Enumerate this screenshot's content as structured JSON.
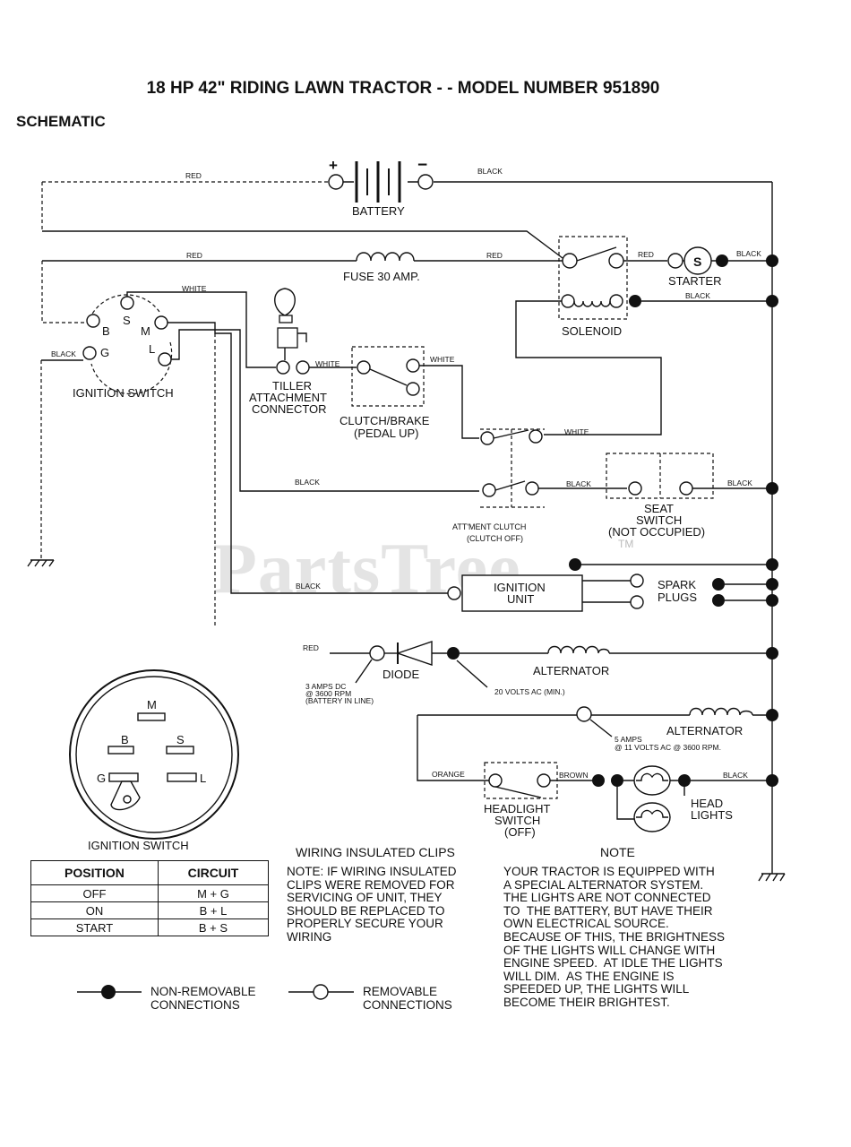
{
  "header": {
    "title": "18 HP 42\" RIDING LAWN TRACTOR - - MODEL NUMBER 951890",
    "subtitle": "SCHEMATIC"
  },
  "components": {
    "battery": "BATTERY",
    "battery_plus": "+",
    "battery_minus": "−",
    "fuse": "FUSE 30 AMP.",
    "solenoid": "SOLENOID",
    "starter": "STARTER",
    "starter_s": "S",
    "ignition_switch": "IGNITION SWITCH",
    "tiller_1": "TILLER",
    "tiller_2": "ATTACHMENT",
    "tiller_3": "CONNECTOR",
    "clutch_1": "CLUTCH/BRAKE",
    "clutch_2": "(PEDAL UP)",
    "attment_1": "ATT'MENT CLUTCH",
    "attment_2": "(CLUTCH OFF)",
    "seat_1": "SEAT",
    "seat_2": "SWITCH",
    "seat_3": "(NOT OCCUPIED)",
    "ign_unit_1": "IGNITION",
    "ign_unit_2": "UNIT",
    "spark_1": "SPARK",
    "spark_2": "PLUGS",
    "diode": "DIODE",
    "alternator": "ALTERNATOR",
    "diode_note_1": "3 AMPS DC",
    "diode_note_2": "@ 3600 RPM",
    "diode_note_3": "(BATTERY IN LINE)",
    "alt_ac": "20 VOLTS AC (MIN.)",
    "alt2_note_1": "5 AMPS",
    "alt2_note_2": "@ 11 VOLTS AC @ 3600 RPM.",
    "headlight_sw_1": "HEADLIGHT",
    "headlight_sw_2": "SWITCH",
    "headlight_sw_3": "(OFF)",
    "head_lights_1": "HEAD",
    "head_lights_2": "LIGHTS"
  },
  "switch_terminals": {
    "s": "S",
    "m": "M",
    "b": "B",
    "g": "G",
    "l": "L"
  },
  "wires": {
    "red": "RED",
    "black": "BLACK",
    "white": "WHITE",
    "orange": "ORANGE",
    "brown": "BROWN"
  },
  "watermark": {
    "text": "PartsTree",
    "tm": "TM"
  },
  "ignition_detail": {
    "caption": "IGNITION SWITCH",
    "terminals": {
      "m": "M",
      "b": "B",
      "s": "S",
      "g": "G",
      "l": "L"
    }
  },
  "position_table": {
    "headers": [
      "POSITION",
      "CIRCUIT"
    ],
    "rows": [
      [
        "OFF",
        "M + G"
      ],
      [
        "ON",
        "B + L"
      ],
      [
        "START",
        "B + S"
      ]
    ]
  },
  "clips_note": {
    "heading": "WIRING INSULATED CLIPS",
    "body": "NOTE: IF WIRING INSULATED\nCLIPS WERE REMOVED FOR\nSERVICING OF UNIT, THEY\nSHOULD BE REPLACED TO\nPROPERLY SECURE YOUR\nWIRING"
  },
  "note": {
    "heading": "NOTE",
    "body": "YOUR TRACTOR IS EQUIPPED WITH\nA SPECIAL ALTERNATOR SYSTEM.\nTHE LIGHTS ARE NOT CONNECTED\nTO  THE BATTERY, BUT HAVE THEIR\nOWN ELECTRICAL SOURCE.\nBECAUSE OF THIS, THE BRIGHTNESS\nOF THE LIGHTS WILL CHANGE WITH\nENGINE SPEED.  AT IDLE THE LIGHTS\nWILL DIM.  AS THE ENGINE IS\nSPEEDED UP, THE LIGHTS WILL\nBECOME THEIR BRIGHTEST."
  },
  "legend": {
    "non_removable": "NON-REMOVABLE\nCONNECTIONS",
    "removable": "REMOVABLE\nCONNECTIONS"
  }
}
